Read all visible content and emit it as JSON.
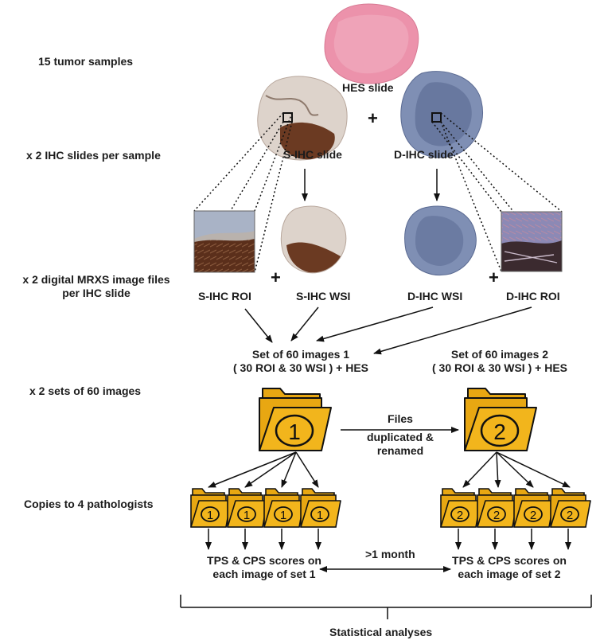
{
  "left_labels": {
    "tumor_samples": "15  tumor samples",
    "ihc_slides": "x 2 IHC slides per sample",
    "mrxs_line1": "x 2 digital MRXS image files",
    "mrxs_line2": "per IHC slide",
    "sets": "x 2 sets of 60 images",
    "copies": "Copies to 4 pathologists"
  },
  "slides": {
    "hes": "HES slide",
    "s_ihc": "S-IHC slide",
    "d_ihc": "D-IHC slide"
  },
  "images": {
    "s_roi": "S-IHC ROI",
    "s_wsi": "S-IHC WSI",
    "d_wsi": "D-IHC WSI",
    "d_roi": "D-IHC ROI"
  },
  "plus": "+",
  "sets": {
    "set1_line1": "Set of 60 images 1",
    "set1_line2": "( 30 ROI & 30 WSI ) + HES",
    "set2_line1": "Set of 60 images 2",
    "set2_line2": "( 30 ROI & 30 WSI ) + HES"
  },
  "folders": {
    "set1_number": "1",
    "set2_number": "2"
  },
  "duplication": {
    "line1": "Files",
    "line2": "duplicated &",
    "line3": "renamed"
  },
  "scores": {
    "set1_line1": "TPS & CPS scores on",
    "set1_line2": "each image of set 1",
    "set2_line1": "TPS & CPS scores on",
    "set2_line2": "each image of set 2"
  },
  "interval": ">1 month",
  "analysis": "Statistical analyses",
  "colors": {
    "folder_fill": "#f2b51c",
    "folder_back": "#e8a712",
    "folder_outline": "#111111",
    "hes_tissue": "#e98aa4",
    "s_ihc_tissue": "#ddd3cb",
    "s_ihc_stain": "#6b3a22",
    "d_ihc_tissue": "#7f8fb4",
    "d_ihc_dark": "#4e5d86"
  }
}
